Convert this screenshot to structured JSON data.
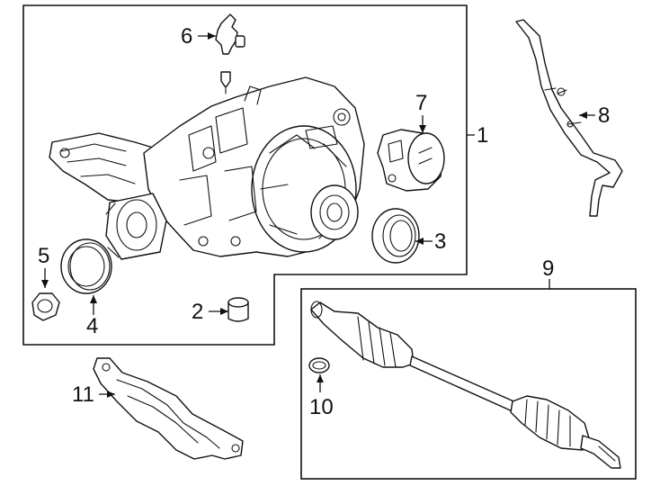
{
  "diagram": {
    "callouts": [
      "1",
      "2",
      "3",
      "4",
      "5",
      "6",
      "7",
      "8",
      "9",
      "10",
      "11"
    ]
  }
}
